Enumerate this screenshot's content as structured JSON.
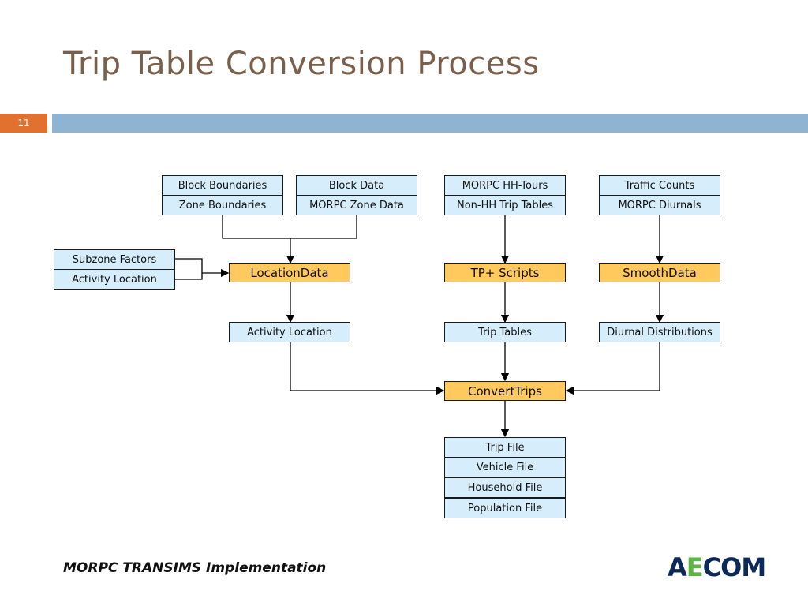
{
  "slide": {
    "title": "Trip Table Conversion Process",
    "number": "11",
    "footer": "MORPC TRANSIMS Implementation",
    "logo_text_a": "A",
    "logo_text_e": "E",
    "logo_text_rest": "COM"
  },
  "nodes": {
    "block_boundaries": "Block Boundaries",
    "zone_boundaries": "Zone Boundaries",
    "block_data": "Block Data",
    "morpc_zone_data": "MORPC Zone Data",
    "morpc_hh_tours": "MORPC HH-Tours",
    "non_hh_trip_tables": "Non-HH Trip Tables",
    "traffic_counts": "Traffic Counts",
    "morpc_diurnals": "MORPC Diurnals",
    "subzone_factors": "Subzone Factors",
    "activity_location_input": "Activity Location",
    "location_data": "LocationData",
    "tp_scripts": "TP+ Scripts",
    "smooth_data": "SmoothData",
    "activity_location_output": "Activity Location",
    "trip_tables": "Trip Tables",
    "diurnal_distributions": "Diurnal Distributions",
    "convert_trips": "ConvertTrips",
    "trip_file": "Trip File",
    "vehicle_file": "Vehicle File",
    "household_file": "Household File",
    "population_file": "Population File"
  },
  "colors": {
    "title": "#7a5f4b",
    "accent_orange": "#e0712f",
    "band_blue": "#8fb3d3",
    "data_box": "#d6eefb",
    "process_box": "#ffc95e",
    "logo_blue": "#0b2a57",
    "logo_green": "#5bb544"
  }
}
